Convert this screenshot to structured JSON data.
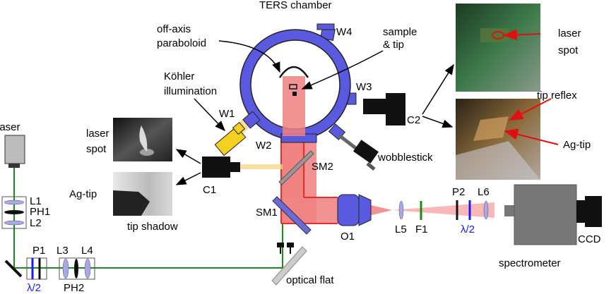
{
  "labels": {
    "laser": "laser",
    "L1": "L1",
    "PH1": "PH1",
    "L2": "L2",
    "P1": "P1",
    "lambda_half_1": "λ/2",
    "L3": "L3",
    "L4": "L4",
    "PH2": "PH2",
    "laser_spot_left": [
      "laser",
      "spot"
    ],
    "ag_tip_left": "Ag-tip",
    "tip_shadow": "tip shadow",
    "C1": "C1",
    "kohler": [
      "Köhler",
      "illumination"
    ],
    "off_axis": [
      "off-axis",
      "paraboloid"
    ],
    "ters_chamber": "TERS chamber",
    "W1": "W1",
    "W2": "W2",
    "W3": "W3",
    "W4": "W4",
    "sample_tip": [
      "sample",
      "& tip"
    ],
    "SM1": "SM1",
    "SM2": "SM2",
    "wobblestick": "wobblestick",
    "optical_flat": "optical flat",
    "O1": "O1",
    "C2": "C2",
    "L5": "L5",
    "F1": "F1",
    "P2": "P2",
    "L6": "L6",
    "lambda_half_2": "λ/2",
    "spectrometer": "spectrometer",
    "CCD": "CCD",
    "laser_spot_right": [
      "laser",
      "spot"
    ],
    "tip_reflex": "tip reflex",
    "ag_tip_right": "Ag-tip"
  },
  "colors": {
    "beam_green": "#1a8a1a",
    "beam_red": "#f08080",
    "chamber_blue": "#5a5ae0",
    "camera_yellow": "#f5d020",
    "lambda_blue": "#1a1aff",
    "arrow_red": "#e01010"
  }
}
